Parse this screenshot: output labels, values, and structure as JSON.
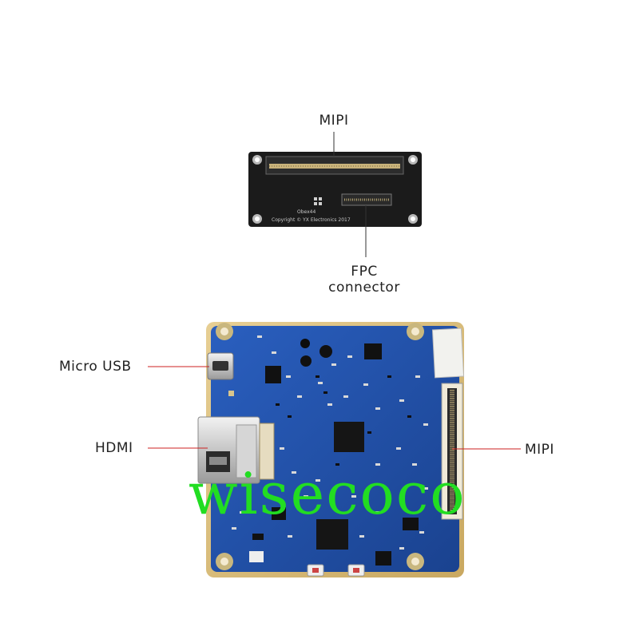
{
  "labels": {
    "adapter_top": "MIPI",
    "adapter_bottom_line1": "FPC",
    "adapter_bottom_line2": "connector",
    "micro_usb": "Micro USB",
    "hdmi": "HDMI",
    "board_right": "MIPI"
  },
  "adapter_board": {
    "silk_model": "Obex44",
    "silk_copyright": "Copyright © YX Electronics 2017"
  },
  "watermark": "wisecoco",
  "colors": {
    "board_blue": "#1f4fa8",
    "adapter_black": "#1b1b1b",
    "leader_line": "#cc2222",
    "watermark": "#22dd22"
  }
}
